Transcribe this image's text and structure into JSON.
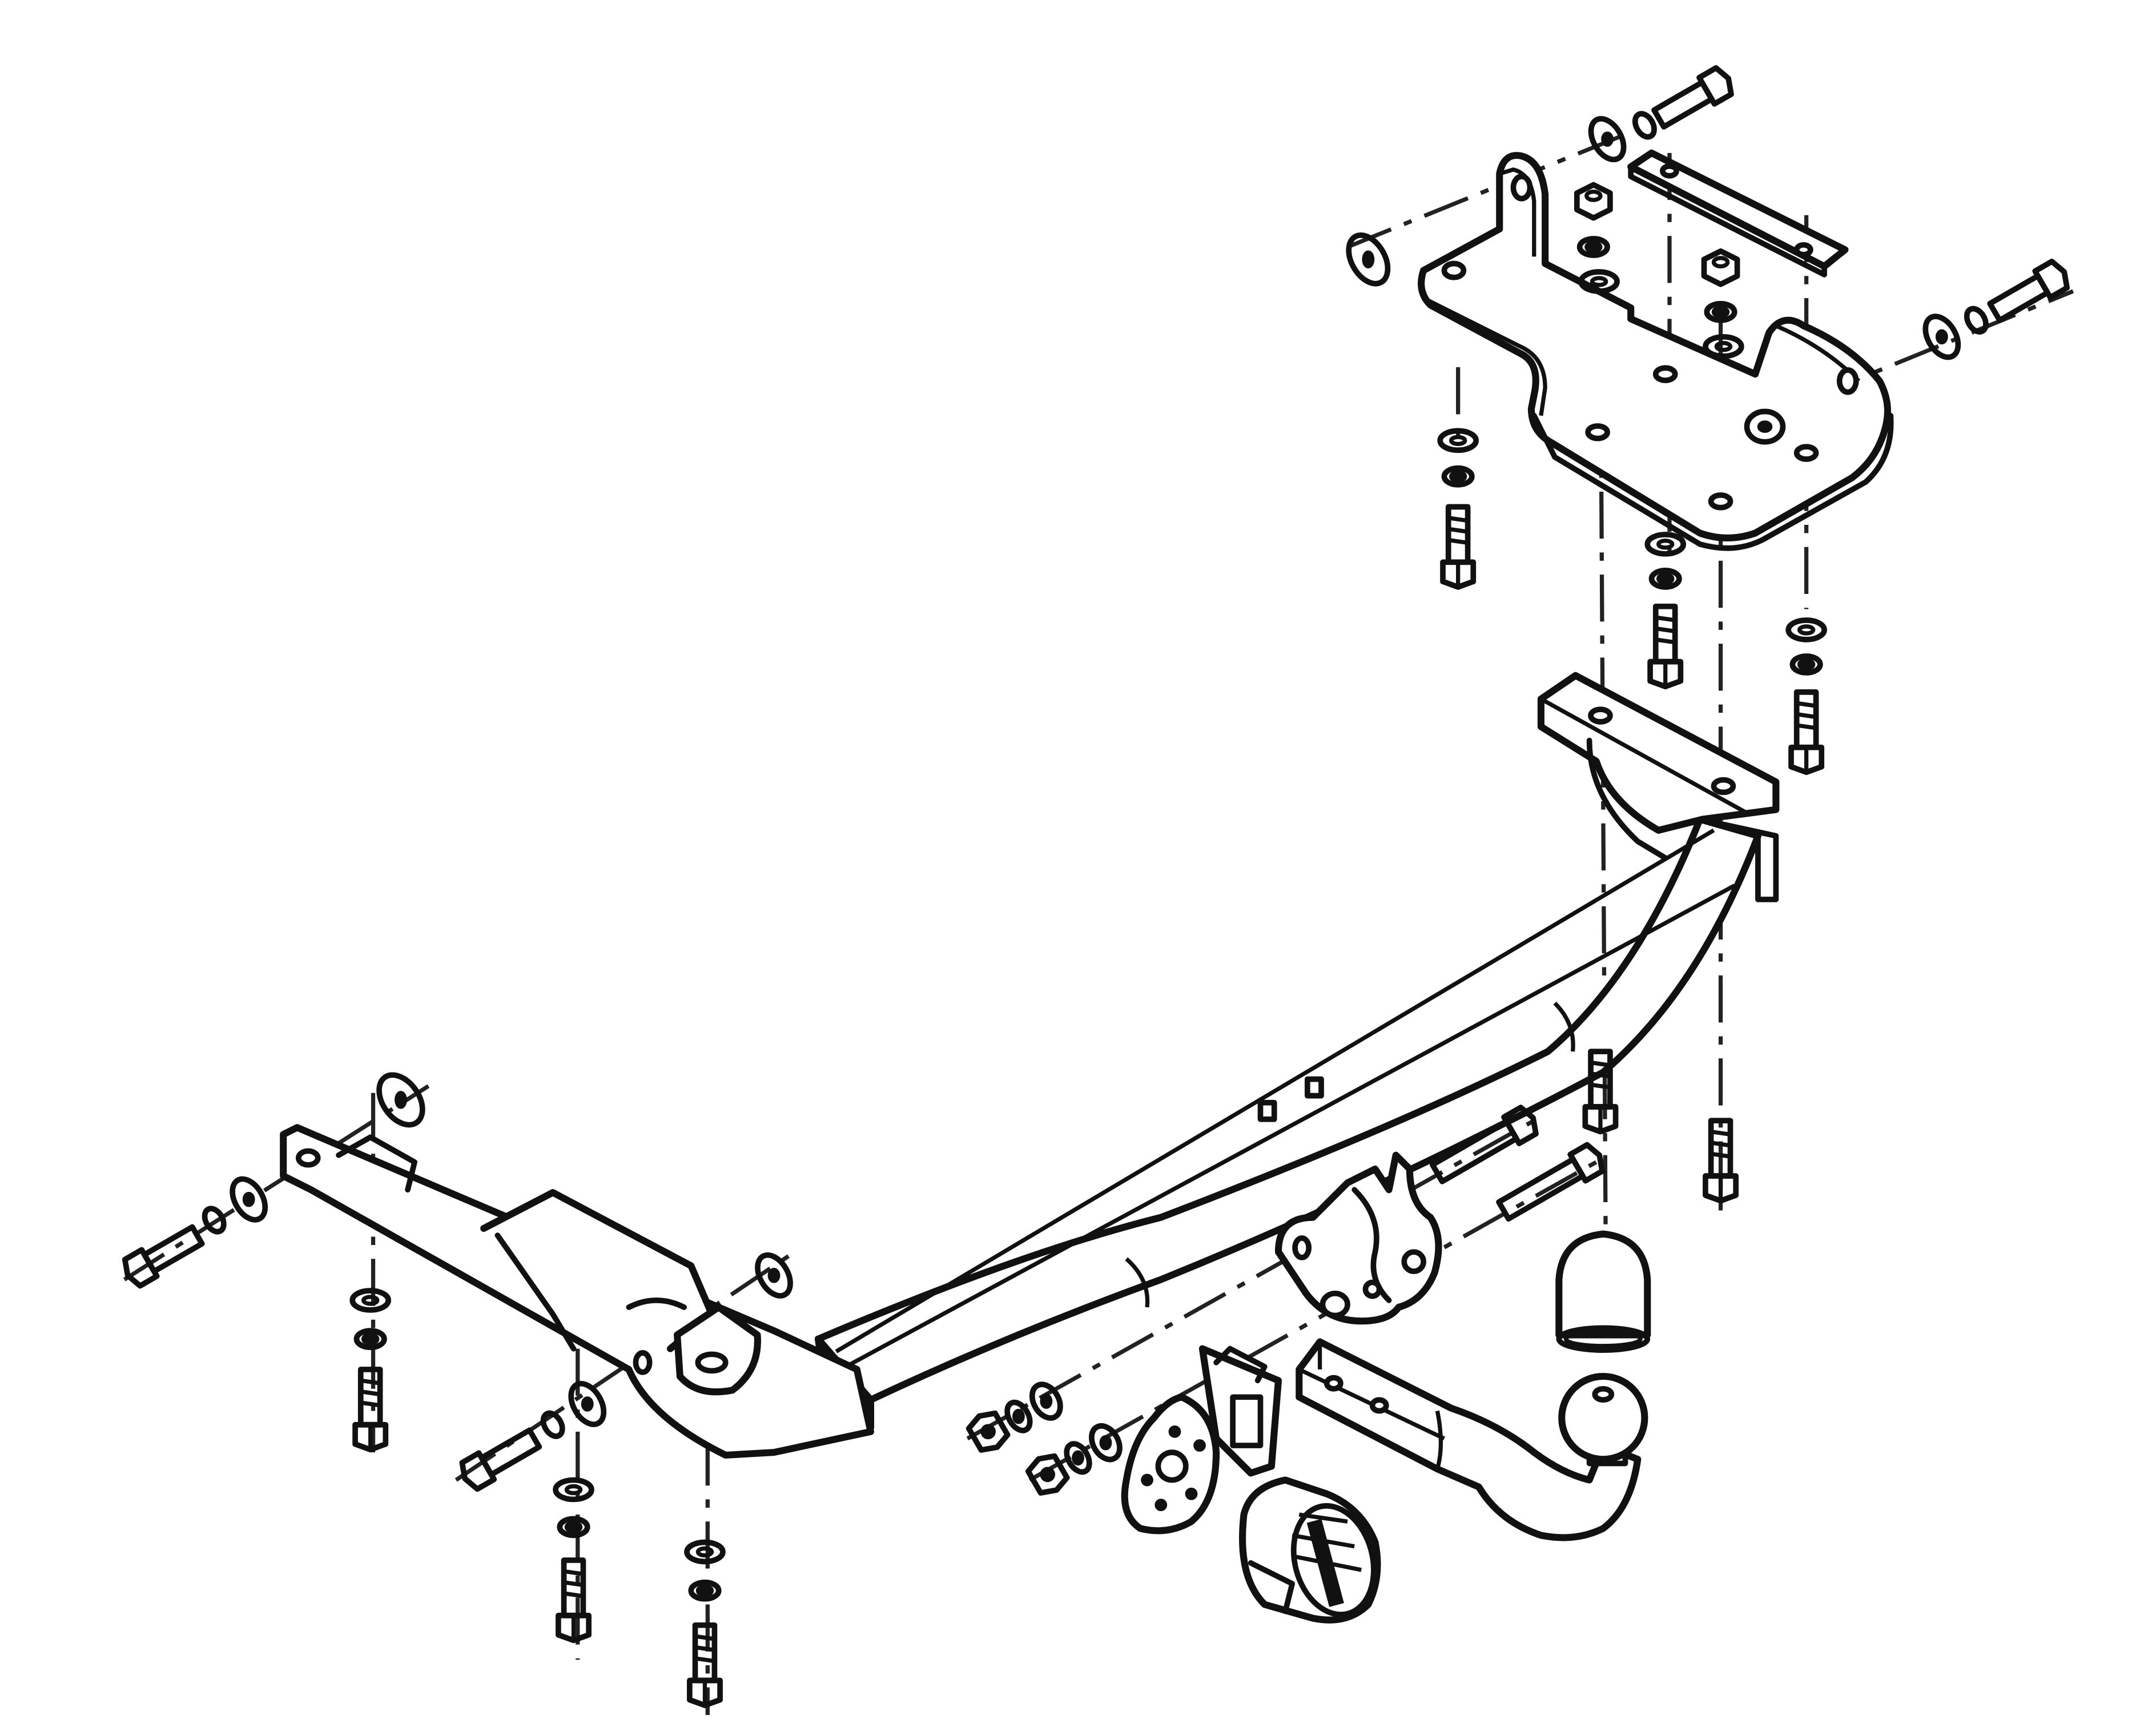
{
  "drawing": {
    "type": "exploded assembly line drawing",
    "line_color": "#111111",
    "background": "#ffffff",
    "text_labels": []
  },
  "parts": [
    {
      "id": "cross-beam",
      "icon": "tube-beam"
    },
    {
      "id": "left-side-bracket",
      "icon": "bracket"
    },
    {
      "id": "right-mounting-plate",
      "icon": "plate"
    },
    {
      "id": "right-upper-bracket",
      "icon": "bracket"
    },
    {
      "id": "spacer-strip",
      "icon": "strip"
    },
    {
      "id": "tow-bar-neck",
      "icon": "swan-neck"
    },
    {
      "id": "tow-ball",
      "icon": "ball"
    },
    {
      "id": "ball-cover",
      "icon": "cap"
    },
    {
      "id": "socket-plate",
      "icon": "plate"
    },
    {
      "id": "electrical-socket",
      "icon": "socket"
    },
    {
      "id": "bolts",
      "icon": "bolt"
    },
    {
      "id": "washers",
      "icon": "washer"
    },
    {
      "id": "nuts",
      "icon": "hex-nut"
    }
  ]
}
